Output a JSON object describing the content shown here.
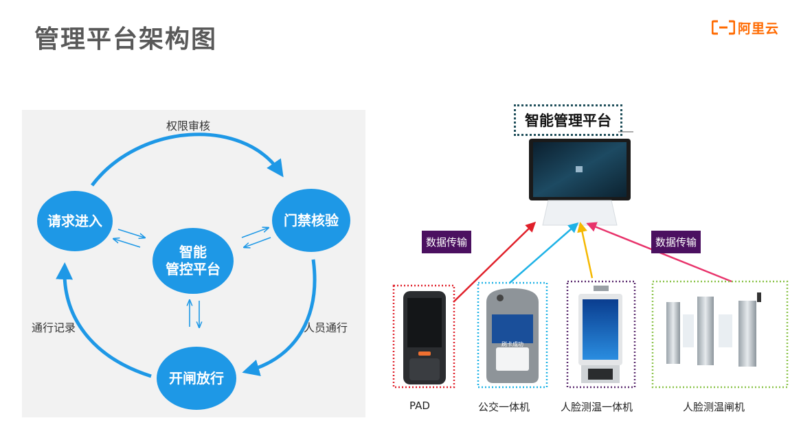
{
  "page": {
    "title": "管理平台架构图"
  },
  "logo": {
    "text": "阿里云"
  },
  "cycle": {
    "nodes": {
      "request": "请求进入",
      "door": "门禁核验",
      "center_line1": "智能",
      "center_line2": "管控平台",
      "gate": "开闸放行"
    },
    "labels": {
      "top": "权限审核",
      "right": "人员通行",
      "left": "通行记录"
    }
  },
  "architecture": {
    "platform_title": "智能管理平台",
    "transfer_left": "数据传输",
    "transfer_right": "数据传输",
    "devices": [
      {
        "name": "PAD",
        "color": "#e0202a"
      },
      {
        "name": "公交一体机",
        "color": "#1eb2e6"
      },
      {
        "name": "人脸测温一体机",
        "color": "#5a2a6e"
      },
      {
        "name": "人脸测温闸机",
        "color": "#8bc34a"
      }
    ],
    "device_screens": {
      "bus_screen_text": "刷卡成功"
    }
  },
  "colors": {
    "accent_blue": "#1e98e6",
    "tag_purple": "#4b1060",
    "brand_orange": "#ff6a00"
  }
}
